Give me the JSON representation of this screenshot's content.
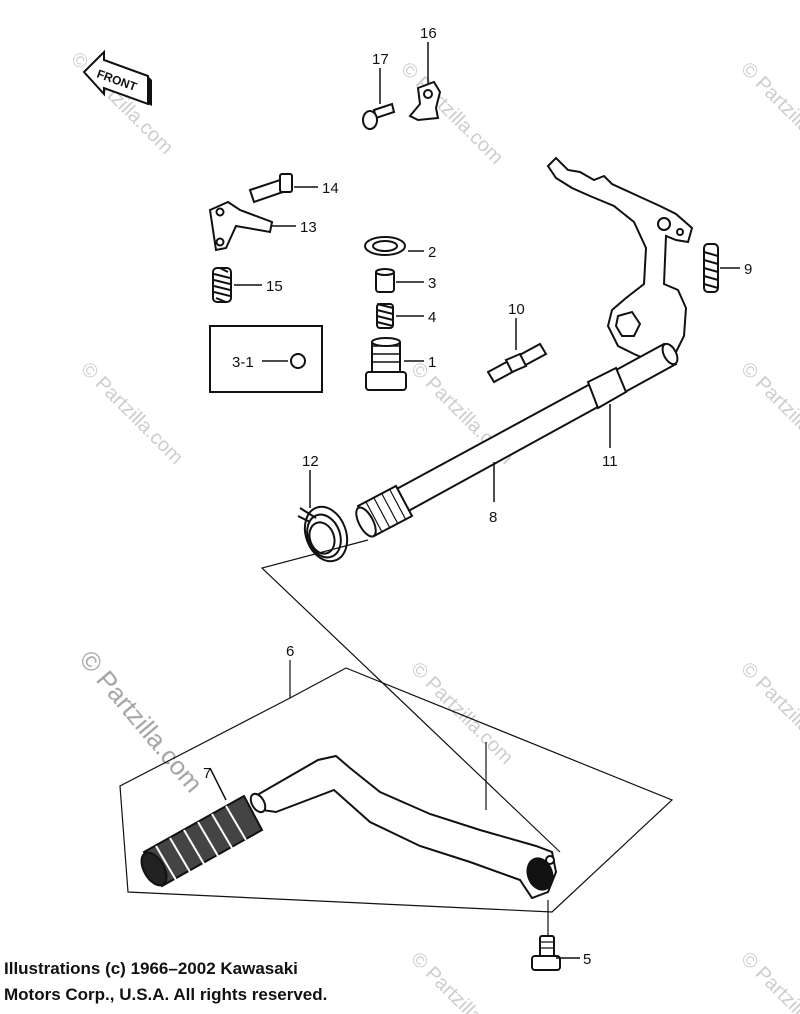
{
  "front_arrow": {
    "label": "FRONT"
  },
  "callouts": {
    "p1": "1",
    "p2": "2",
    "p3": "3",
    "p4": "4",
    "p5": "5",
    "p6": "6",
    "p7": "7",
    "p8": "8",
    "p9": "9",
    "p10": "10",
    "p11": "11",
    "p12": "12",
    "p13": "13",
    "p14": "14",
    "p15": "15",
    "p16": "16",
    "p17": "17",
    "p3_1": "3-1"
  },
  "watermark": {
    "text": "© Partzilla.com"
  },
  "copyright": {
    "line1": "Illustrations (c) 1966–2002 Kawasaki",
    "line2": "Motors Corp., U.S.A.  All rights reserved."
  }
}
